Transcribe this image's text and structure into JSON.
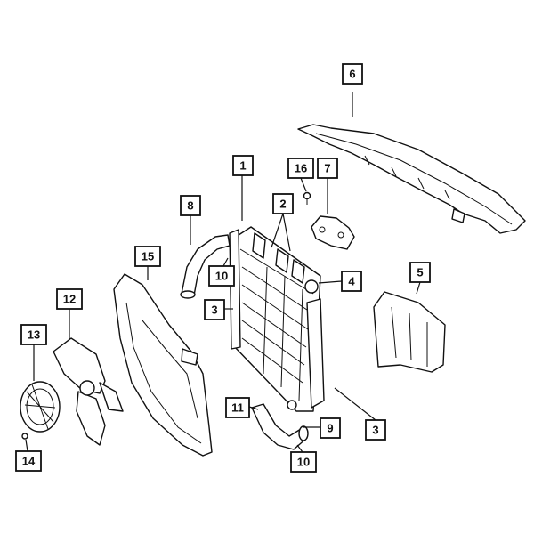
{
  "callouts": [
    {
      "id": "c1",
      "label": "1"
    },
    {
      "id": "c2",
      "label": "2"
    },
    {
      "id": "c3a",
      "label": "3"
    },
    {
      "id": "c3b",
      "label": "3"
    },
    {
      "id": "c4",
      "label": "4"
    },
    {
      "id": "c5",
      "label": "5"
    },
    {
      "id": "c6",
      "label": "6"
    },
    {
      "id": "c7",
      "label": "7"
    },
    {
      "id": "c8",
      "label": "8"
    },
    {
      "id": "c9",
      "label": "9"
    },
    {
      "id": "c10a",
      "label": "10"
    },
    {
      "id": "c10b",
      "label": "10"
    },
    {
      "id": "c11",
      "label": "11"
    },
    {
      "id": "c12",
      "label": "12"
    },
    {
      "id": "c13",
      "label": "13"
    },
    {
      "id": "c14",
      "label": "14"
    },
    {
      "id": "c15",
      "label": "15"
    },
    {
      "id": "c16",
      "label": "16"
    }
  ]
}
